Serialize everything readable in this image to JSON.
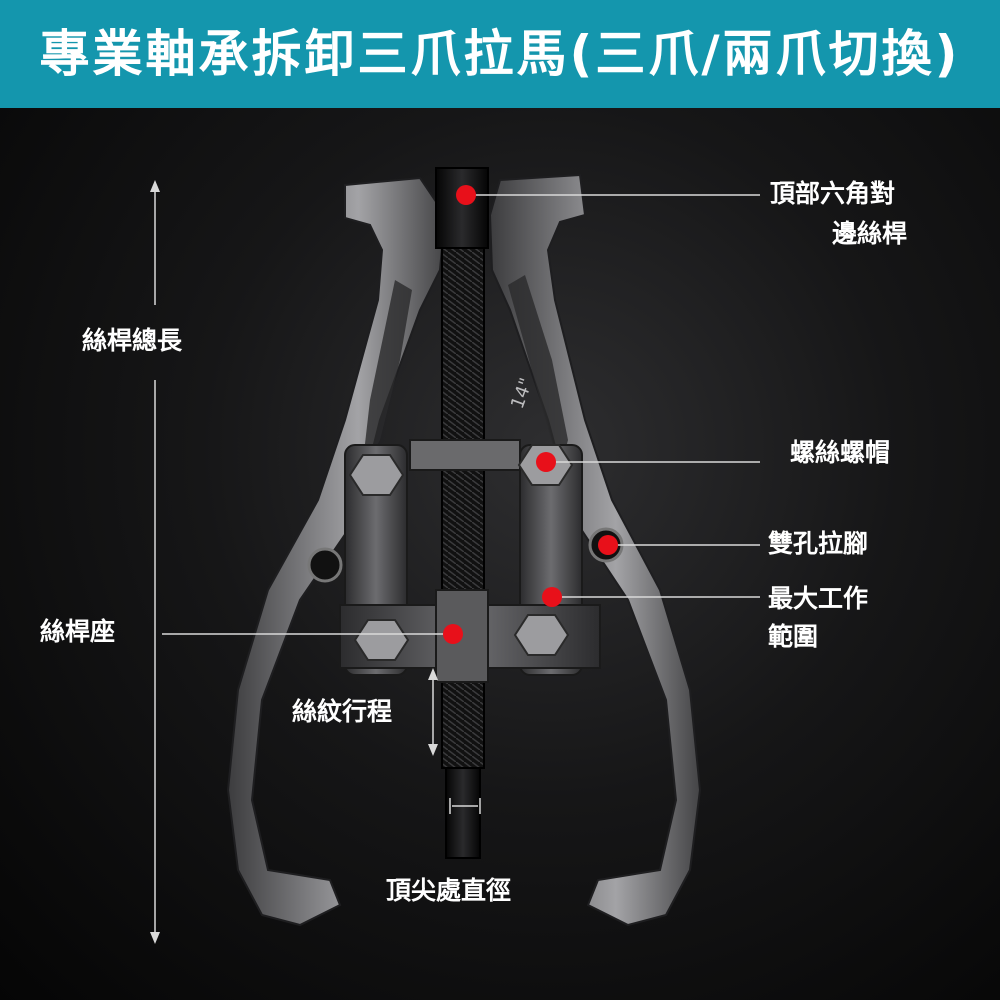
{
  "banner": {
    "title": "專業軸承拆卸三爪拉馬(三爪/兩爪切換)",
    "color": "#1496ad"
  },
  "labels": {
    "top_hex_line1": "頂部六角對",
    "top_hex_line2": "邊絲桿",
    "total_length": "絲桿總長",
    "nut": "螺絲螺帽",
    "dual_hole": "雙孔拉腳",
    "max_range_line1": "最大工作",
    "max_range_line2": "範圍",
    "seat": "絲桿座",
    "thread_travel": "絲紋行程",
    "tip_diameter": "頂尖處直徑"
  },
  "colors": {
    "marker": "#e8101a",
    "line": "#d9d9d9"
  }
}
